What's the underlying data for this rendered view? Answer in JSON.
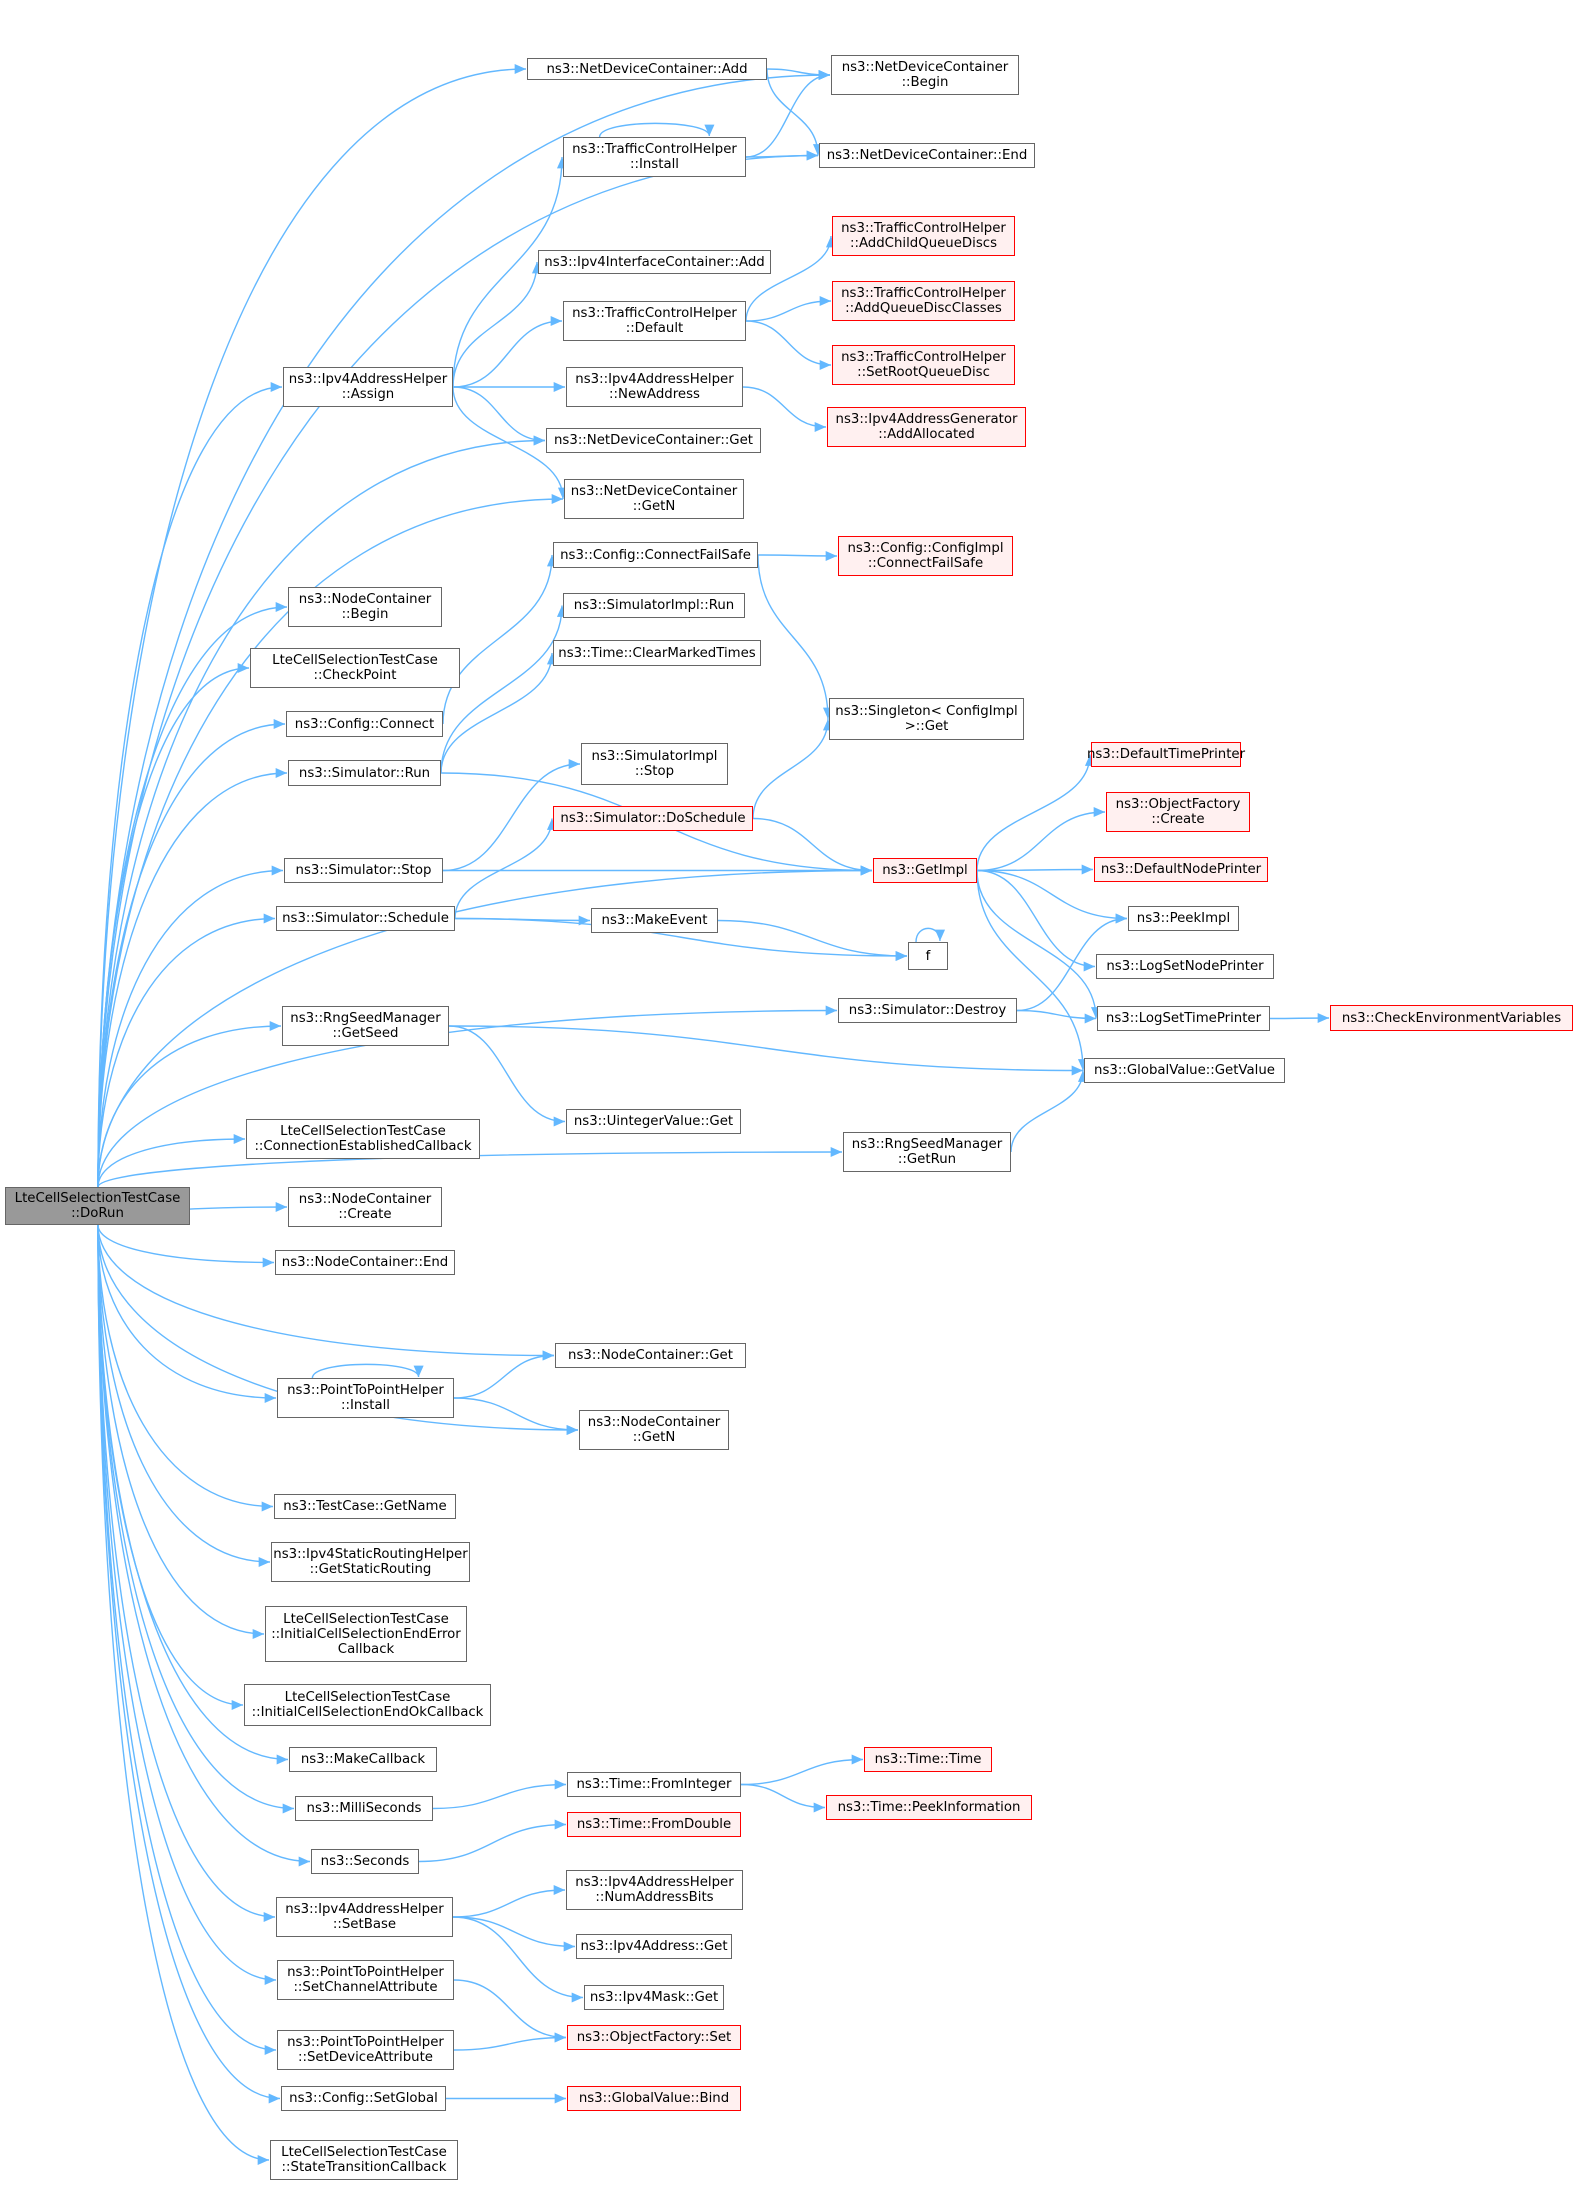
{
  "colors": {
    "edge": "#63b8ff",
    "node_border": "#666666",
    "node_fill": "#ffffff",
    "incomplete_border": "#ff0000",
    "incomplete_fill": "#fff0f0",
    "root_fill": "#999999"
  },
  "nodes": {
    "root": {
      "lines": [
        "LteCellSelectionTestCase",
        "::DoRun"
      ]
    },
    "ndcAdd": {
      "lines": [
        "ns3::NetDeviceContainer::Add"
      ]
    },
    "ndcBegin": {
      "lines": [
        "ns3::NetDeviceContainer",
        "::Begin"
      ]
    },
    "tchInstall": {
      "lines": [
        "ns3::TrafficControlHelper",
        "::Install"
      ]
    },
    "ndcEnd": {
      "lines": [
        "ns3::NetDeviceContainer::End"
      ]
    },
    "tchAddChild": {
      "lines": [
        "ns3::TrafficControlHelper",
        "::AddChildQueueDiscs"
      ]
    },
    "ipv4icAdd": {
      "lines": [
        "ns3::Ipv4InterfaceContainer::Add"
      ]
    },
    "tchAddQdc": {
      "lines": [
        "ns3::TrafficControlHelper",
        "::AddQueueDiscClasses"
      ]
    },
    "tchDefault": {
      "lines": [
        "ns3::TrafficControlHelper",
        "::Default"
      ]
    },
    "tchSetRoot": {
      "lines": [
        "ns3::TrafficControlHelper",
        "::SetRootQueueDisc"
      ]
    },
    "ipv4ahAssign": {
      "lines": [
        "ns3::Ipv4AddressHelper",
        "::Assign"
      ]
    },
    "ipv4ahNewAddr": {
      "lines": [
        "ns3::Ipv4AddressHelper",
        "::NewAddress"
      ]
    },
    "ipv4agAddAlloc": {
      "lines": [
        "ns3::Ipv4AddressGenerator",
        "::AddAllocated"
      ]
    },
    "ndcGet": {
      "lines": [
        "ns3::NetDeviceContainer::Get"
      ]
    },
    "ndcGetN": {
      "lines": [
        "ns3::NetDeviceContainer",
        "::GetN"
      ]
    },
    "cfgConnectFailSafe": {
      "lines": [
        "ns3::Config::ConnectFailSafe"
      ]
    },
    "cfgImplConnectFailSafe": {
      "lines": [
        "ns3::Config::ConfigImpl",
        "::ConnectFailSafe"
      ]
    },
    "ncBegin": {
      "lines": [
        "ns3::NodeContainer",
        "::Begin"
      ]
    },
    "simImplRun": {
      "lines": [
        "ns3::SimulatorImpl::Run"
      ]
    },
    "timeClearMarked": {
      "lines": [
        "ns3::Time::ClearMarkedTimes"
      ]
    },
    "checkPoint": {
      "lines": [
        "LteCellSelectionTestCase",
        "::CheckPoint"
      ]
    },
    "singletonGet": {
      "lines": [
        "ns3::Singleton< ConfigImpl",
        " >::Get"
      ]
    },
    "cfgConnect": {
      "lines": [
        "ns3::Config::Connect"
      ]
    },
    "simRun": {
      "lines": [
        "ns3::Simulator::Run"
      ]
    },
    "simImplStop": {
      "lines": [
        "ns3::SimulatorImpl",
        "::Stop"
      ]
    },
    "defaultTimePrinter": {
      "lines": [
        "ns3::DefaultTimePrinter"
      ]
    },
    "objFactoryCreate": {
      "lines": [
        "ns3::ObjectFactory",
        "::Create"
      ]
    },
    "simDoSchedule": {
      "lines": [
        "ns3::Simulator::DoSchedule"
      ]
    },
    "simStop": {
      "lines": [
        "ns3::Simulator::Stop"
      ]
    },
    "getImpl": {
      "lines": [
        "ns3::GetImpl"
      ]
    },
    "defaultNodePrinter": {
      "lines": [
        "ns3::DefaultNodePrinter"
      ]
    },
    "simSchedule": {
      "lines": [
        "ns3::Simulator::Schedule"
      ]
    },
    "makeEvent": {
      "lines": [
        "ns3::MakeEvent"
      ]
    },
    "peekImpl": {
      "lines": [
        "ns3::PeekImpl"
      ]
    },
    "f": {
      "lines": [
        "f"
      ]
    },
    "logSetNodePrinter": {
      "lines": [
        "ns3::LogSetNodePrinter"
      ]
    },
    "simDestroy": {
      "lines": [
        "ns3::Simulator::Destroy"
      ]
    },
    "logSetTimePrinter": {
      "lines": [
        "ns3::LogSetTimePrinter"
      ]
    },
    "checkEnvVars": {
      "lines": [
        "ns3::CheckEnvironmentVariables"
      ]
    },
    "rngGetSeed": {
      "lines": [
        "ns3::RngSeedManager",
        "::GetSeed"
      ]
    },
    "gvGetValue": {
      "lines": [
        "ns3::GlobalValue::GetValue"
      ]
    },
    "uintGet": {
      "lines": [
        "ns3::UintegerValue::Get"
      ]
    },
    "connEstablished": {
      "lines": [
        "LteCellSelectionTestCase",
        "::ConnectionEstablishedCallback"
      ]
    },
    "rngGetRun": {
      "lines": [
        "ns3::RngSeedManager",
        "::GetRun"
      ]
    },
    "ncCreate": {
      "lines": [
        "ns3::NodeContainer",
        "::Create"
      ]
    },
    "ncEnd": {
      "lines": [
        "ns3::NodeContainer::End"
      ]
    },
    "ncGet": {
      "lines": [
        "ns3::NodeContainer::Get"
      ]
    },
    "p2phInstall": {
      "lines": [
        "ns3::PointToPointHelper",
        "::Install"
      ]
    },
    "ncGetN": {
      "lines": [
        "ns3::NodeContainer",
        "::GetN"
      ]
    },
    "tcGetName": {
      "lines": [
        "ns3::TestCase::GetName"
      ]
    },
    "ipv4srhGetStatic": {
      "lines": [
        "ns3::Ipv4StaticRoutingHelper",
        "::GetStaticRouting"
      ]
    },
    "initErr": {
      "lines": [
        "LteCellSelectionTestCase",
        "::InitialCellSelectionEndError",
        "Callback"
      ]
    },
    "initOk": {
      "lines": [
        "LteCellSelectionTestCase",
        "::InitialCellSelectionEndOkCallback"
      ]
    },
    "makeCallback": {
      "lines": [
        "ns3::MakeCallback"
      ]
    },
    "timeTime": {
      "lines": [
        "ns3::Time::Time"
      ]
    },
    "timeFromInteger": {
      "lines": [
        "ns3::Time::FromInteger"
      ]
    },
    "milliSeconds": {
      "lines": [
        "ns3::MilliSeconds"
      ]
    },
    "timePeekInfo": {
      "lines": [
        "ns3::Time::PeekInformation"
      ]
    },
    "timeFromDouble": {
      "lines": [
        "ns3::Time::FromDouble"
      ]
    },
    "seconds": {
      "lines": [
        "ns3::Seconds"
      ]
    },
    "ipv4ahNumBits": {
      "lines": [
        "ns3::Ipv4AddressHelper",
        "::NumAddressBits"
      ]
    },
    "ipv4ahSetBase": {
      "lines": [
        "ns3::Ipv4AddressHelper",
        "::SetBase"
      ]
    },
    "ipv4AddrGet": {
      "lines": [
        "ns3::Ipv4Address::Get"
      ]
    },
    "ipv4MaskGet": {
      "lines": [
        "ns3::Ipv4Mask::Get"
      ]
    },
    "p2phSetChannel": {
      "lines": [
        "ns3::PointToPointHelper",
        "::SetChannelAttribute"
      ]
    },
    "objFactorySet": {
      "lines": [
        "ns3::ObjectFactory::Set"
      ]
    },
    "p2phSetDevice": {
      "lines": [
        "ns3::PointToPointHelper",
        "::SetDeviceAttribute"
      ]
    },
    "cfgSetGlobal": {
      "lines": [
        "ns3::Config::SetGlobal"
      ]
    },
    "gvBind": {
      "lines": [
        "ns3::GlobalValue::Bind"
      ]
    },
    "stateTrans": {
      "lines": [
        "LteCellSelectionTestCase",
        "::StateTransitionCallback"
      ]
    }
  }
}
